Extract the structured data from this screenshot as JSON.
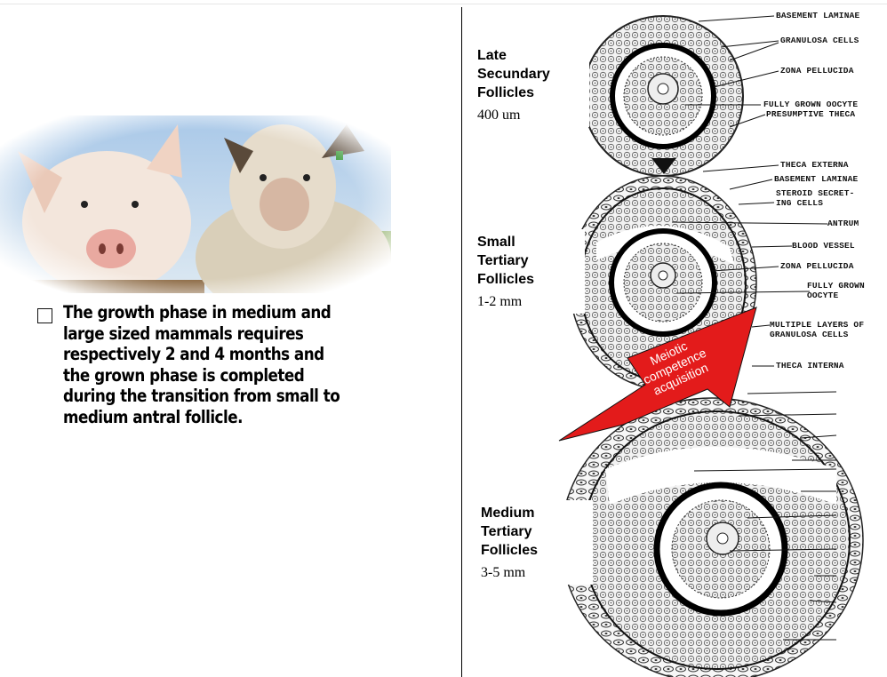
{
  "bullet": {
    "icon": "checkbox-square-icon",
    "text": "The growth phase in medium and large sized mammals requires respectively 2 and 4 months and the grown phase is completed during the transition from small to medium antral follicle."
  },
  "stages": [
    {
      "name_lines": [
        "Late",
        "Secundary",
        "Follicles"
      ],
      "size": "400 um"
    },
    {
      "name_lines": [
        "Small",
        "Tertiary",
        "Follicles"
      ],
      "size": "1-2 mm"
    },
    {
      "name_lines": [
        "Medium",
        "Tertiary",
        "Follicles"
      ],
      "size": "3-5 mm"
    }
  ],
  "annotations": {
    "a1": "BASEMENT LAMINAE",
    "a2": "GRANULOSA CELLS",
    "a3": "ZONA PELLUCIDA",
    "a4": "FULLY GROWN OOCYTE",
    "a5": "PRESUMPTIVE THECA",
    "b1": "THECA  EXTERNA",
    "b2": "BASEMENT LAMINAE",
    "b3a": "STEROID SECRET-",
    "b3b": "ING CELLS",
    "b4": "ANTRUM",
    "b5": "BLOOD VESSEL",
    "b6": "ZONA PELLUCIDA",
    "b7a": "FULLY GROWN",
    "b7b": "OOCYTE",
    "b8a": "MULTIPLE LAYERS OF",
    "b8b": "GRANULOSA CELLS",
    "b9": "THECA  INTERNA"
  },
  "arrow": {
    "lines": [
      "Meiotic",
      "competence",
      "acquisition"
    ],
    "color": "#e31b1b"
  }
}
